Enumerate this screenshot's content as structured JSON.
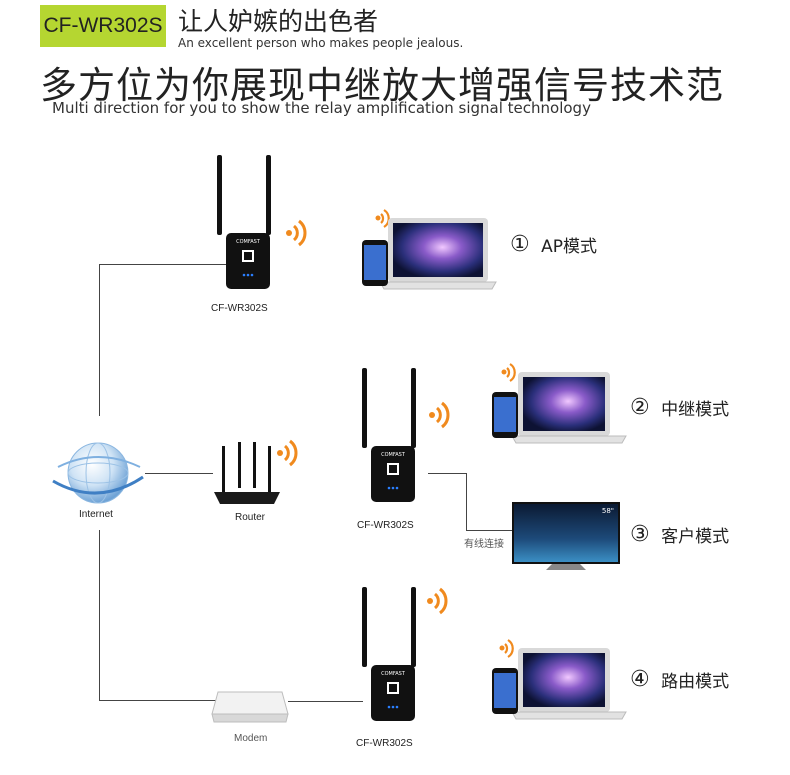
{
  "header": {
    "badge": "CF-WR302S",
    "slogan_cn": "让人妒嫉的出色者",
    "slogan_en": "An excellent person who makes people jealous.",
    "headline": "多方位为你展现中继放大增强信号技术范",
    "subline": "Multi direction for you to show the relay amplification signal technology"
  },
  "nodes": {
    "internet": "Internet",
    "router": "Router",
    "modem": "Modem",
    "repeater_top": "CF-WR302S",
    "repeater_mid": "CF-WR302S",
    "repeater_bottom": "CF-WR302S",
    "wired_connection": "有线连接",
    "tv_size": "58\"",
    "device_brand": "COMFAST"
  },
  "modes": [
    {
      "number": "①",
      "label": "AP模式"
    },
    {
      "number": "②",
      "label": "中继模式"
    },
    {
      "number": "③",
      "label": "客户模式"
    },
    {
      "number": "④",
      "label": "路由模式"
    }
  ],
  "colors": {
    "badge_green": "#b5d631",
    "wifi_orange": "#f08a1e",
    "line_gray": "#444444",
    "device_black": "#111111",
    "led_blue": "#2a7fff"
  }
}
